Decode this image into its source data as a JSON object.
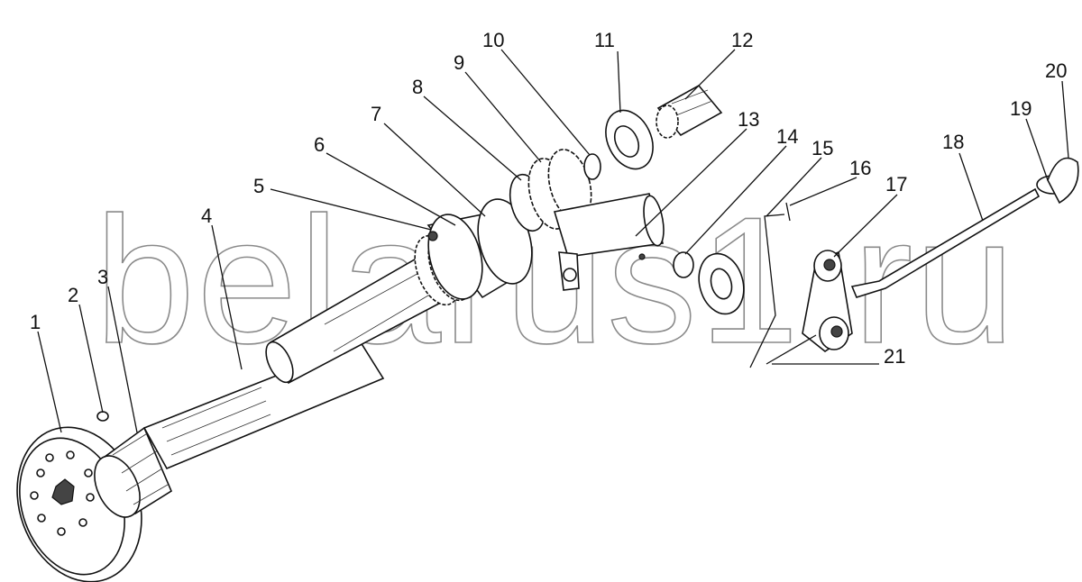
{
  "watermark": "belarus1.ru",
  "labels": [
    "1",
    "2",
    "3",
    "4",
    "5",
    "6",
    "7",
    "8",
    "9",
    "10",
    "11",
    "12",
    "13",
    "14",
    "15",
    "16",
    "17",
    "18",
    "19",
    "20",
    "21"
  ]
}
